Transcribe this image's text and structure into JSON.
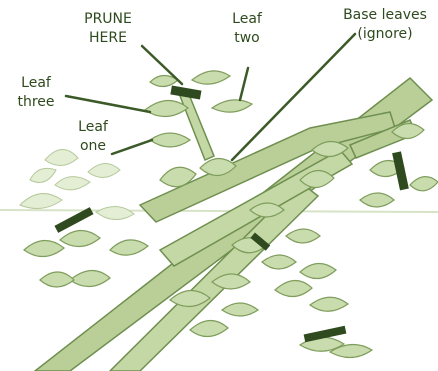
{
  "labels": {
    "prune": {
      "line1": "PRUNE",
      "line2": "HERE"
    },
    "leaf_two": {
      "line1": "Leaf",
      "line2": "two"
    },
    "base_leaves": {
      "line1": "Base leaves",
      "line2": "(ignore)"
    },
    "leaf_three": {
      "line1": "Leaf",
      "line2": "three"
    },
    "leaf_one": {
      "line1": "Leaf",
      "line2": "one"
    }
  },
  "colors": {
    "stem_fill": "#b9cf97",
    "stem_dark": "#6f8f4f",
    "leaf_fill": "#c9dcae",
    "leaf_light": "#e3eed5",
    "leaf_outline": "#7f9d5c",
    "cut_mark": "#2f4a1e",
    "pointer": "#3c5a28",
    "text": "#2f4a1e"
  }
}
